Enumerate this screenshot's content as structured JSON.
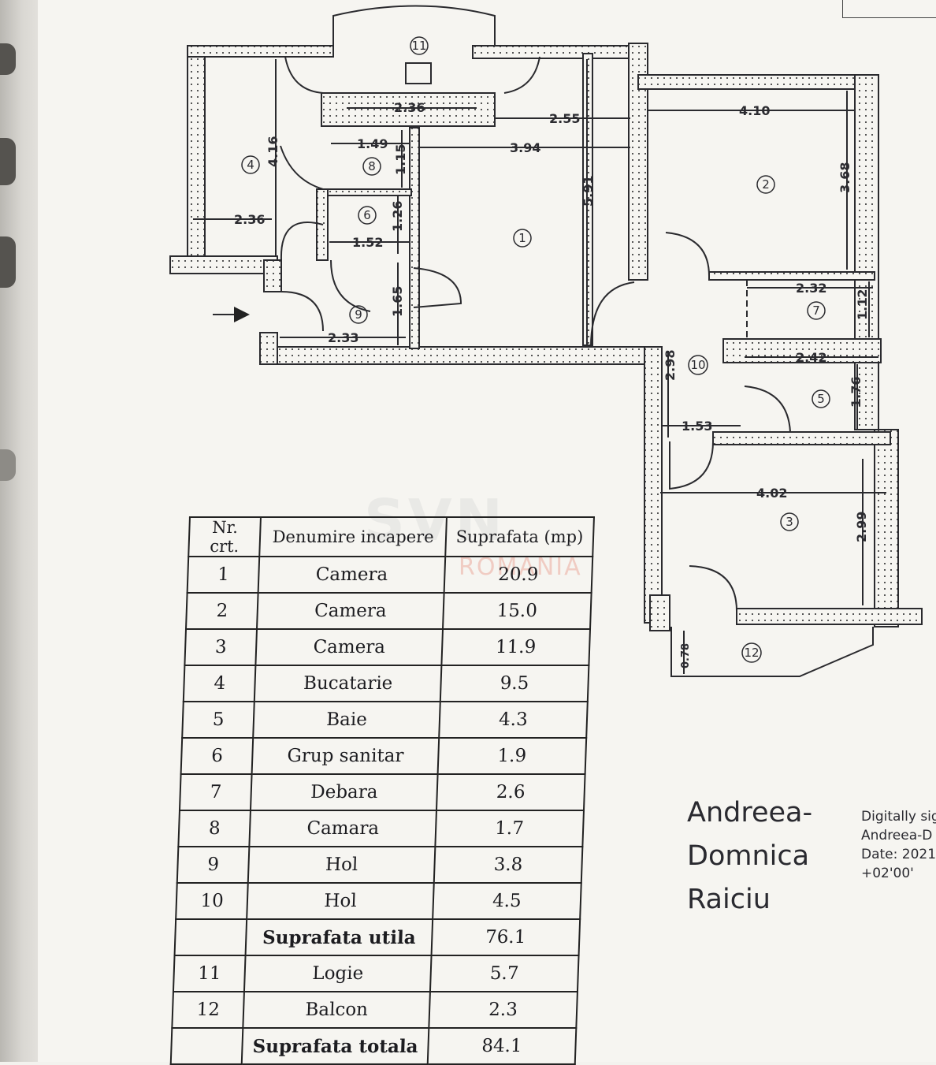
{
  "plan": {
    "room_numbers": [
      "1",
      "2",
      "3",
      "4",
      "5",
      "6",
      "7",
      "8",
      "9",
      "10",
      "11",
      "12"
    ],
    "dimensions": [
      "2.36",
      "2.55",
      "1.49",
      "1.15",
      "3.94",
      "4.16",
      "5.91",
      "4.10",
      "3.68",
      "2.36",
      "1.52",
      "1.26",
      "1.65",
      "2.33",
      "2.32",
      "1.12",
      "2.42",
      "1.76",
      "2.98",
      "1.53",
      "4.02",
      "2.99",
      "0.78"
    ]
  },
  "table": {
    "headers": [
      "Nr. crt.",
      "Denumire incapere",
      "Suprafata (mp)"
    ],
    "rows": [
      {
        "nr": "1",
        "name": "Camera",
        "area": "20.9"
      },
      {
        "nr": "2",
        "name": "Camera",
        "area": "15.0"
      },
      {
        "nr": "3",
        "name": "Camera",
        "area": "11.9"
      },
      {
        "nr": "4",
        "name": "Bucatarie",
        "area": "9.5"
      },
      {
        "nr": "5",
        "name": "Baie",
        "area": "4.3"
      },
      {
        "nr": "6",
        "name": "Grup sanitar",
        "area": "1.9"
      },
      {
        "nr": "7",
        "name": "Debara",
        "area": "2.6"
      },
      {
        "nr": "8",
        "name": "Camara",
        "area": "1.7"
      },
      {
        "nr": "9",
        "name": "Hol",
        "area": "3.8"
      },
      {
        "nr": "10",
        "name": "Hol",
        "area": "4.5"
      },
      {
        "nr": "",
        "name": "Suprafata utila",
        "area": "76.1"
      },
      {
        "nr": "11",
        "name": "Logie",
        "area": "5.7"
      },
      {
        "nr": "12",
        "name": "Balcon",
        "area": "2.3"
      },
      {
        "nr": "",
        "name": "Suprafata totala",
        "area": "84.1"
      }
    ]
  },
  "signature": {
    "lines": [
      "Andreea-",
      "Domnica",
      "Raiciu"
    ],
    "digital_lines": [
      "Digitally sig",
      "Andreea-D",
      "Date: 2021",
      "+02'00'"
    ]
  },
  "watermark": {
    "brand": "SVN",
    "sub": "ROMANIA"
  }
}
